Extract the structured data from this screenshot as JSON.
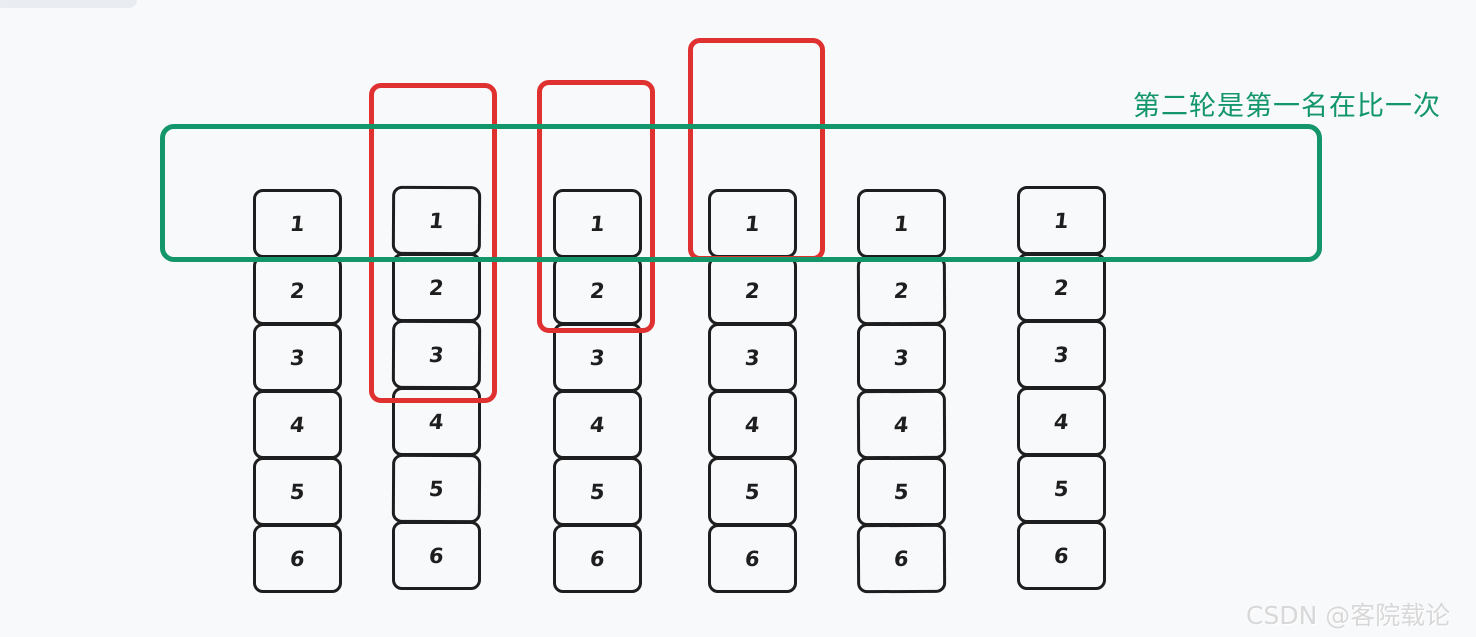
{
  "colors": {
    "background": "#f8f9fb",
    "strip": "#e9edf2",
    "stroke": "#1e1e1e",
    "red": "#e03131",
    "green": "#12966a",
    "watermark": "#d8d8d8"
  },
  "annotation": {
    "text": "第二轮是第一名在比一次",
    "color": "#12966a"
  },
  "columns": [
    {
      "values": [
        "1",
        "2",
        "3",
        "4",
        "5",
        "6"
      ]
    },
    {
      "values": [
        "1",
        "2",
        "3",
        "4",
        "5",
        "6"
      ]
    },
    {
      "values": [
        "1",
        "2",
        "3",
        "4",
        "5",
        "6"
      ]
    },
    {
      "values": [
        "1",
        "2",
        "3",
        "4",
        "5",
        "6"
      ]
    },
    {
      "values": [
        "1",
        "2",
        "3",
        "4",
        "5",
        "6"
      ]
    },
    {
      "values": [
        "1",
        "2",
        "3",
        "4",
        "5",
        "6"
      ]
    }
  ],
  "highlights": {
    "green_rect": {
      "color": "#12966a"
    },
    "red_rects": [
      {
        "color": "#e03131"
      },
      {
        "color": "#e03131"
      },
      {
        "color": "#e03131"
      }
    ]
  },
  "watermark": {
    "text": "CSDN @客院载论",
    "color": "#d8d8d8"
  }
}
